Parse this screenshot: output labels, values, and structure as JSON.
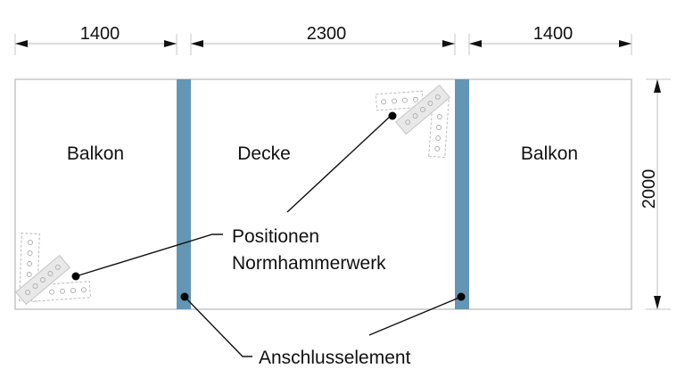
{
  "dimensions": {
    "left_width": "1400",
    "middle_width": "2300",
    "right_width": "1400",
    "height": "2000"
  },
  "areas": {
    "left": "Balkon",
    "middle": "Decke",
    "right": "Balkon"
  },
  "annotations": {
    "positions_line1": "Positionen",
    "positions_line2": "Normhammerwerk",
    "connection": "Anschlusselement"
  },
  "colors": {
    "connection_element": "#6396b5",
    "outline": "#bdbdbd"
  }
}
